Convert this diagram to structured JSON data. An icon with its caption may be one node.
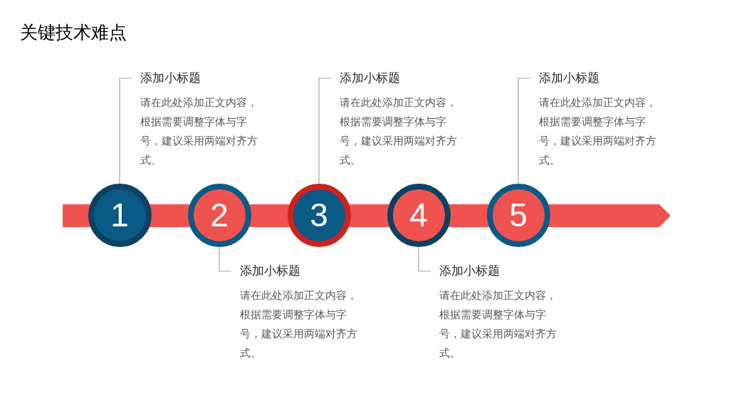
{
  "diagram": {
    "title": "关键技术难点",
    "nodes": [
      {
        "text": [
          "1"
        ]
      },
      {
        "text": [
          "2"
        ]
      },
      {
        "text": [
          "3"
        ]
      },
      {
        "text": [
          "4"
        ]
      },
      {
        "text": [
          "5"
        ]
      },
      {
        "text": [
          "添加小标题",
          "请在此处添加正文内容，根据需要调整字体与字号，建议采用两端对齐方式。"
        ]
      },
      {
        "text": [
          "添加小标题",
          "请在此处添加正文内容，根据需要调整字体与字号，建议采用两端对齐方式。"
        ]
      },
      {
        "text": [
          "添加小标题",
          "请在此处添加正文内容，根据需要调整字体与字号，建议采用两端对齐方式。"
        ]
      },
      {
        "text": [
          "添加小标题",
          "请在此处添加正文内容，根据需要调整字体与字号，建议采用两端对齐方式。"
        ]
      },
      {
        "text": [
          "添加小标题",
          "请在此处添加正文内容，根据需要调整字体与字号，建议采用两端对齐方式。"
        ]
      }
    ],
    "edges": [
      {
        "from": 5,
        "to": 0,
        "arrow": "none"
      },
      {
        "from": 6,
        "to": 1,
        "arrow": "none"
      },
      {
        "from": 7,
        "to": 2,
        "arrow": "none"
      },
      {
        "from": 8,
        "to": 3,
        "arrow": "none"
      },
      {
        "from": 9,
        "to": 4,
        "arrow": "none"
      }
    ]
  }
}
